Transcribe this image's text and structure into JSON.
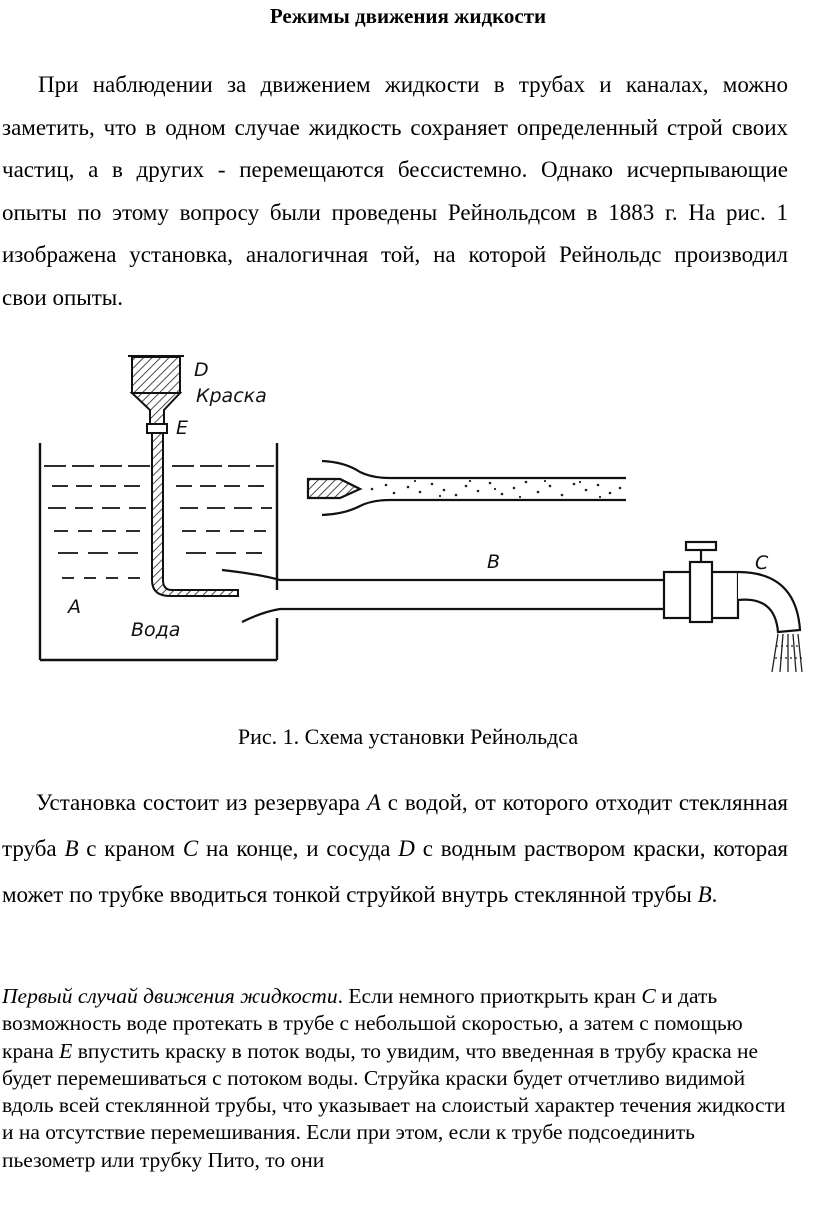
{
  "title": "Режимы движения жидкости",
  "intro": "При наблюдении за движением жидкости в трубах и каналах, можно заметить, что в одном случае жидкость сохраняет определенный строй своих частиц, а в других - перемещаются бессистемно. Однако исчерпывающие опыты по этому вопросу были проведены Рейнольдсом в 1883 г. На рис. 1 изображена установка, аналогичная той, на которой Рейнольдс производил свои опыты.",
  "figure": {
    "labels": {
      "d": "D",
      "paint": "Краска",
      "e": "E",
      "b": "B",
      "c": "C",
      "a": "A",
      "water": "Вода"
    }
  },
  "caption": "Рис. 1. Схема установки Рейнольдса",
  "description": {
    "p1": "Установка состоит из резервуара",
    "a": "A",
    "p2": " с водой, от которого отходит стеклянная труба",
    "b": "B",
    "p3": " с краном",
    "c": "C",
    "p4": " на конце, и сосуда",
    "d": "D",
    "p5": " с водным раствором краски, которая может по трубке вводиться тонкой струйкой внутрь стеклянной трубы",
    "b2": "B",
    "p6": "."
  },
  "first_case": {
    "heading": "Первый случай движения жидкости",
    "t1": ". Если немного приоткрыть кран",
    "c": "C",
    "t2": " и дать возможность воде протекать в трубе с небольшой скоростью, а затем с помощью крана",
    "e": "E",
    "t3": " впустить краску в поток воды, то увидим, что введенная в трубу краска не будет перемешиваться с потоком воды. Струйка краски будет отчетливо видимой вдоль всей стеклянной трубы, что указывает на слоистый характер течения жидкости и на отсутствие перемешивания. Если при этом, если к трубе подсоединить пьезометр или трубку Пито, то они"
  }
}
